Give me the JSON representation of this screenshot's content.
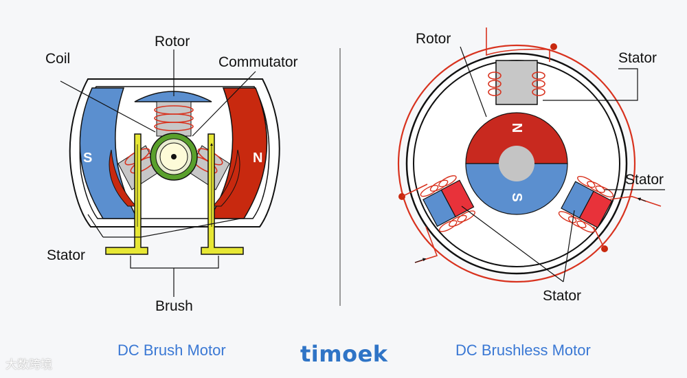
{
  "brush_motor": {
    "caption": "DC Brush Motor",
    "labels": {
      "rotor": "Rotor",
      "coil": "Coil",
      "commutator": "Commutator",
      "stator": "Stator",
      "brush": "Brush"
    },
    "poles": {
      "south": "S",
      "north": "N"
    }
  },
  "brushless_motor": {
    "caption": "DC Brushless Motor",
    "labels": {
      "rotor": "Rotor",
      "stator_top": "Stator",
      "stator_right": "Stator",
      "stator_bottom": "Stator"
    },
    "poles": {
      "north": "N",
      "south": "S"
    }
  },
  "brand": "timoek",
  "watermark": "大数跨境",
  "colors": {
    "magnet_blue": "#5b8fcf",
    "magnet_red": "#c8290f",
    "brush_yellow": "#e7e735",
    "commutator_green": "#5aa02c",
    "wire_red": "#d8321e",
    "caption_blue": "#3a78d4"
  }
}
